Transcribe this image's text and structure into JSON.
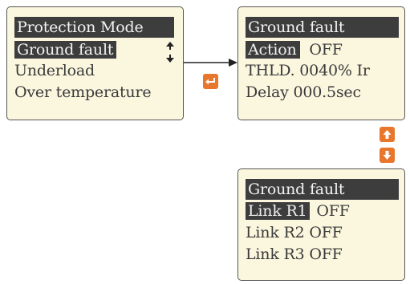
{
  "box1": {
    "header": "Protection Mode",
    "items": [
      "Ground fault",
      "Underload",
      "Over temperature"
    ]
  },
  "box2": {
    "header": "Ground fault",
    "action_label": "Action",
    "action_value": "OFF",
    "thld": "THLD. 0040% Ir",
    "delay": "Delay 000.5sec"
  },
  "box3": {
    "header": "Ground fault",
    "link1_label": "Link R1",
    "link1_value": "OFF",
    "link2": "Link R2 OFF",
    "link3": "Link R3 OFF"
  },
  "icons": [
    "up-down-arrows-icon",
    "enter-key-icon",
    "up-key-icon",
    "down-key-icon"
  ],
  "colors": {
    "key": "#e8762b",
    "highlight": "#3d3d3d",
    "screen": "#fbf7df"
  }
}
